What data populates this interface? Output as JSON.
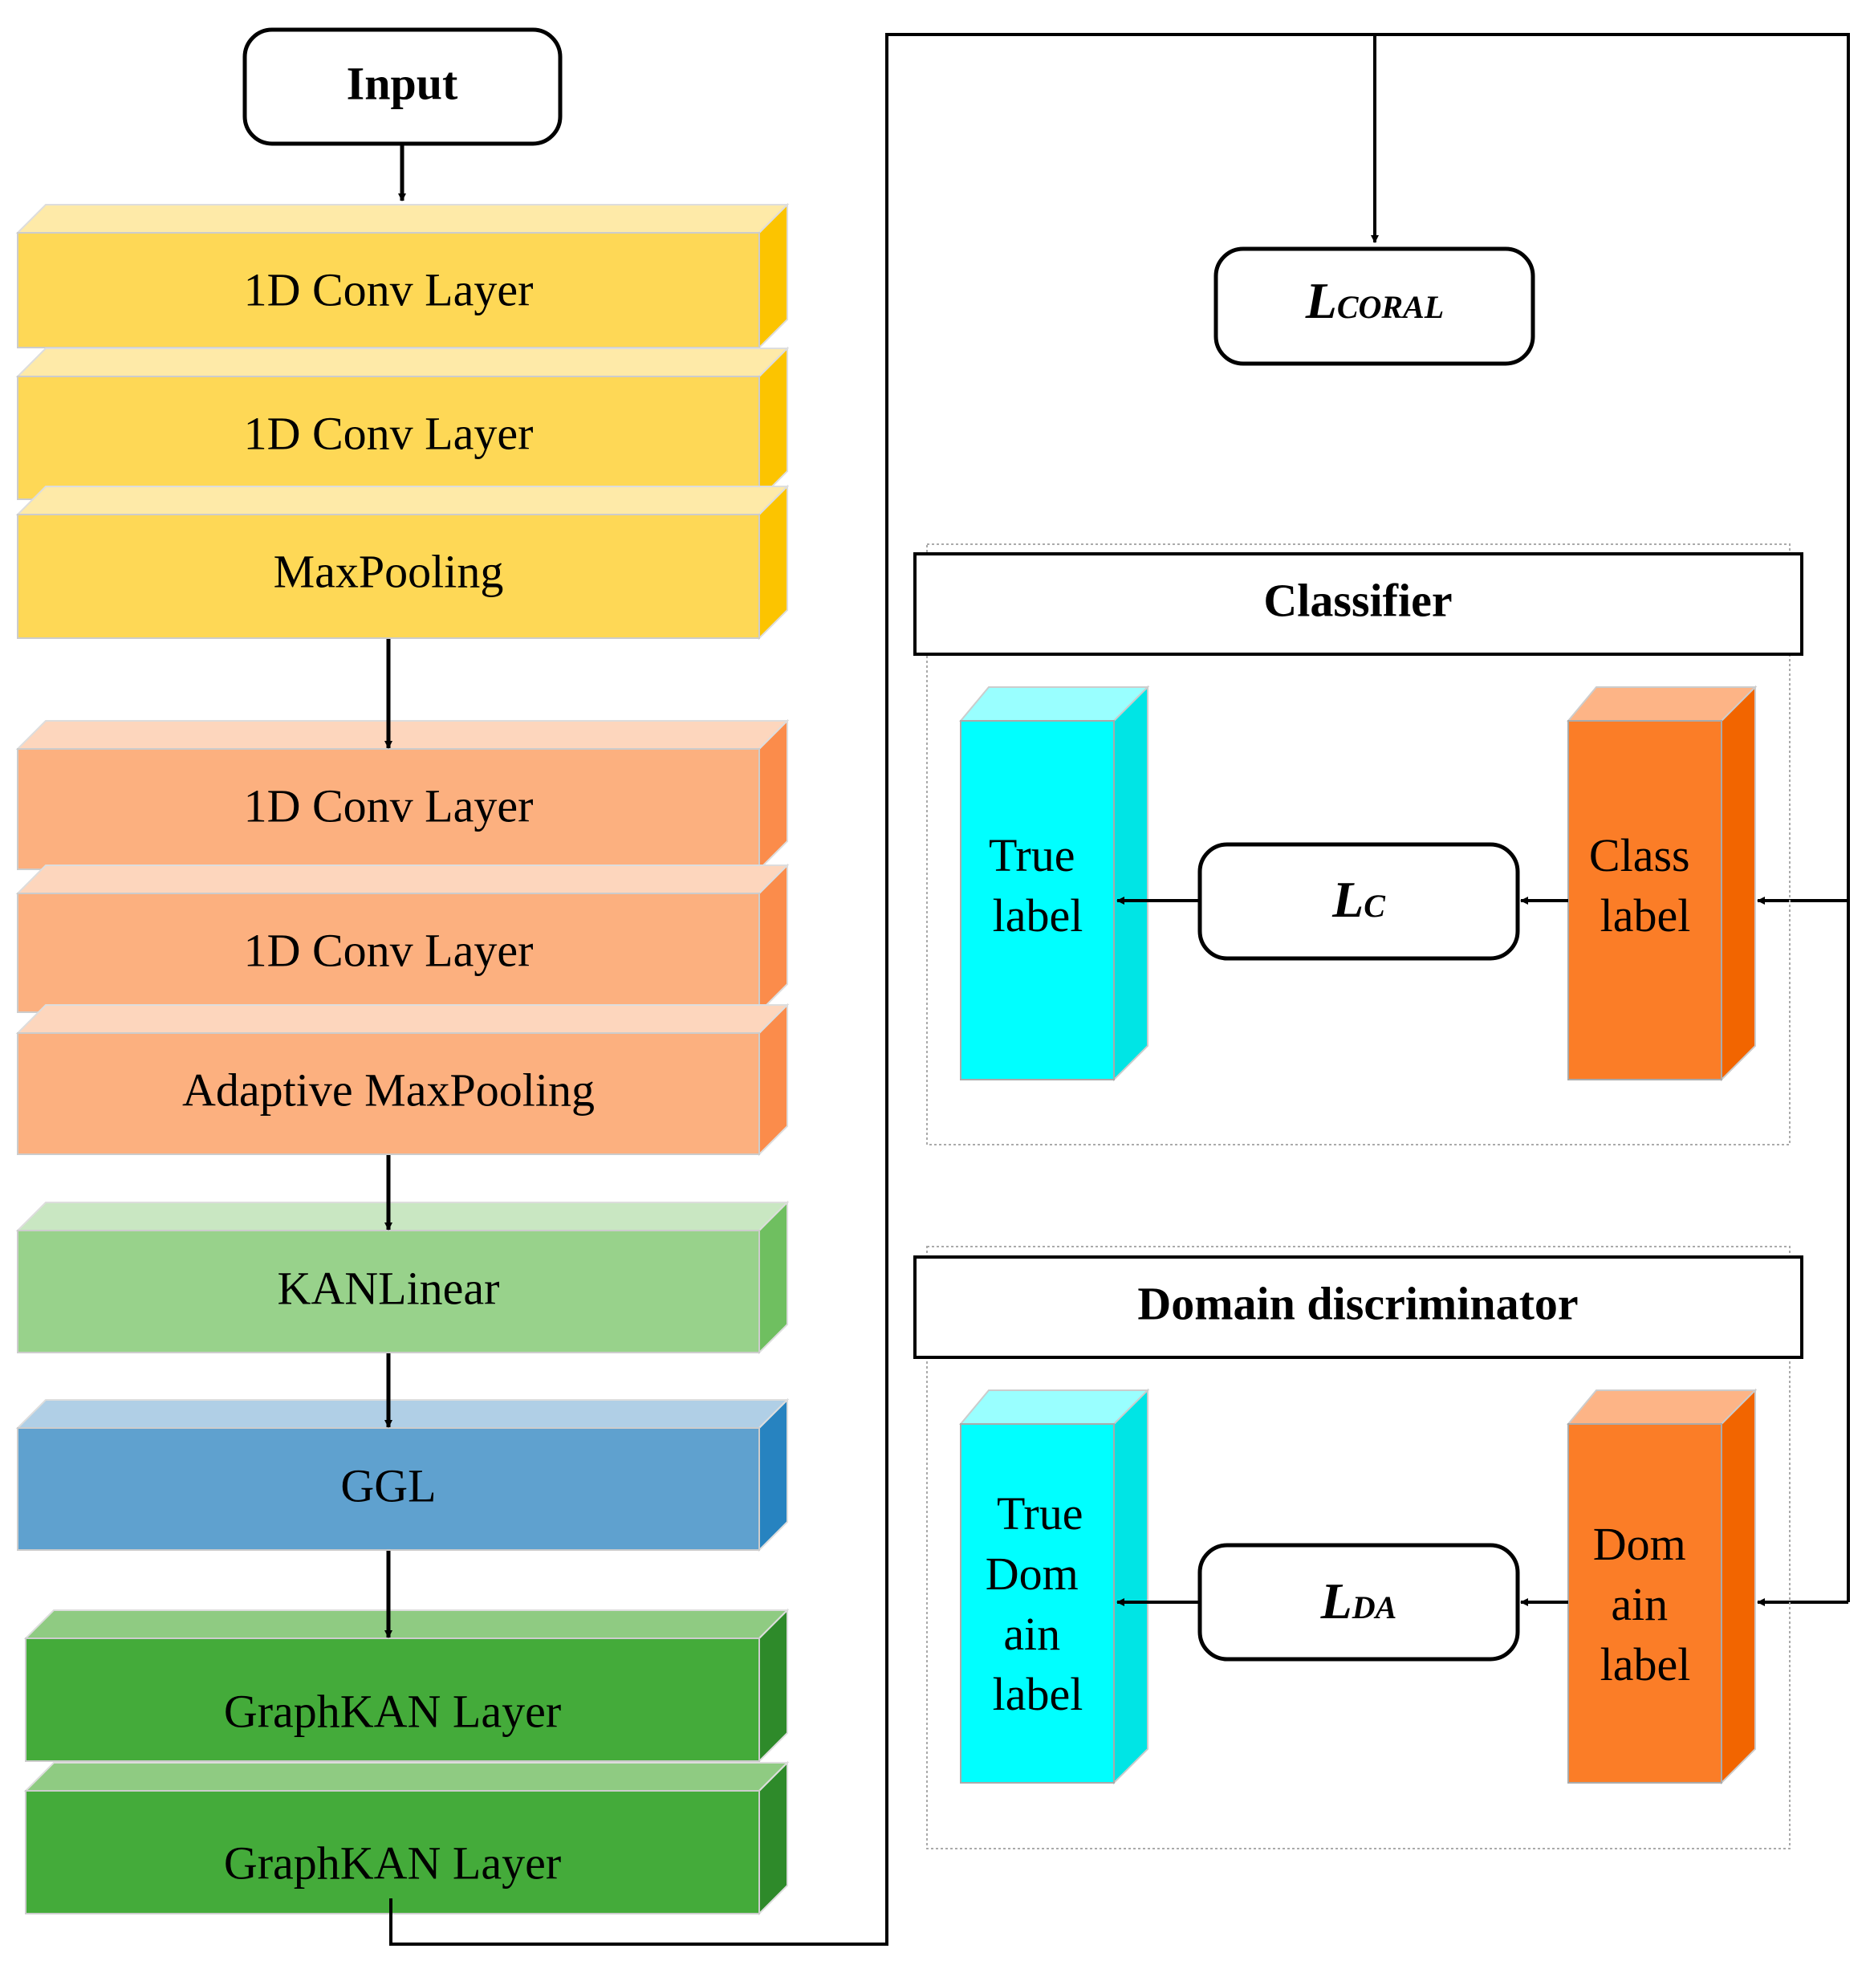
{
  "input": {
    "label": "Input"
  },
  "encoder": {
    "layers": [
      {
        "label": "1D Conv Layer"
      },
      {
        "label": "1D Conv Layer"
      },
      {
        "label": "MaxPooling"
      },
      {
        "label": "1D Conv Layer"
      },
      {
        "label": "1D Conv Layer"
      },
      {
        "label": "Adaptive MaxPooling"
      },
      {
        "label": "KANLinear"
      },
      {
        "label": "GGL"
      },
      {
        "label": "GraphKAN Layer"
      },
      {
        "label": "GraphKAN Layer"
      }
    ]
  },
  "losses": {
    "coral": {
      "main": "L",
      "sub": "CORAL"
    },
    "classifier": {
      "main": "L",
      "sub": "C"
    },
    "domain": {
      "main": "L",
      "sub": "DA"
    }
  },
  "classifier": {
    "title": "Classifier",
    "true_label": [
      "True",
      "label"
    ],
    "class_label": [
      "Class",
      "label"
    ]
  },
  "discriminator": {
    "title": "Domain discriminator",
    "true_label": [
      "True",
      "Dom",
      "ain",
      "label"
    ],
    "domain_label": [
      "Dom",
      "ain",
      "label"
    ]
  },
  "colors": {
    "yellow": "#fed856",
    "orange": "#fcb07f",
    "light_green": "#98d28b",
    "blue": "#5fa1cf",
    "green": "#44ab3a",
    "cyan": "#00ffff",
    "dark_orange": "#fb7d27"
  }
}
